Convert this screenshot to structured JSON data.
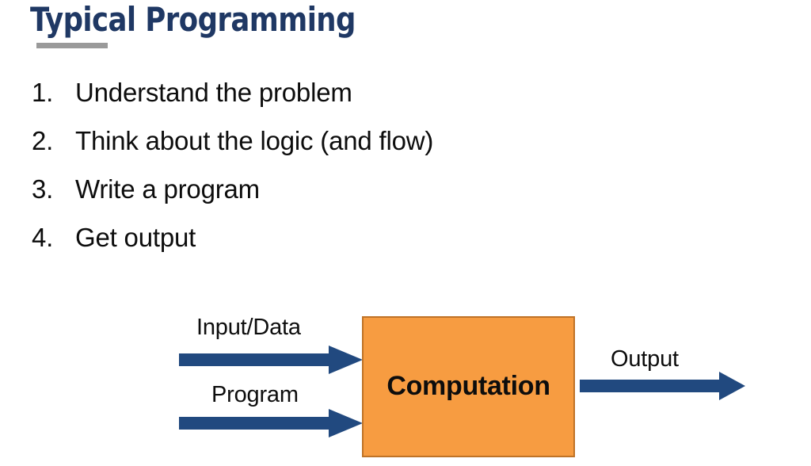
{
  "slide": {
    "title": "Typical Programming",
    "accent_navy": "#1F3864",
    "rule_color": "#9A9A9A",
    "background": "#ffffff"
  },
  "steps": [
    {
      "number": "1.",
      "label": "Understand the problem"
    },
    {
      "number": "2.",
      "label": "Think about the logic (and flow)"
    },
    {
      "number": "3.",
      "label": "Write a program"
    },
    {
      "number": "4.",
      "label": "Get output"
    }
  ],
  "diagram": {
    "box": {
      "label": "Computation",
      "fill": "#F79C41",
      "border": "#BF7327",
      "text_color": "#0D0D0D"
    },
    "arrow_color": "#21497F",
    "inputs": [
      {
        "label": "Input/Data"
      },
      {
        "label": "Program"
      }
    ],
    "outputs": [
      {
        "label": "Output"
      }
    ]
  }
}
